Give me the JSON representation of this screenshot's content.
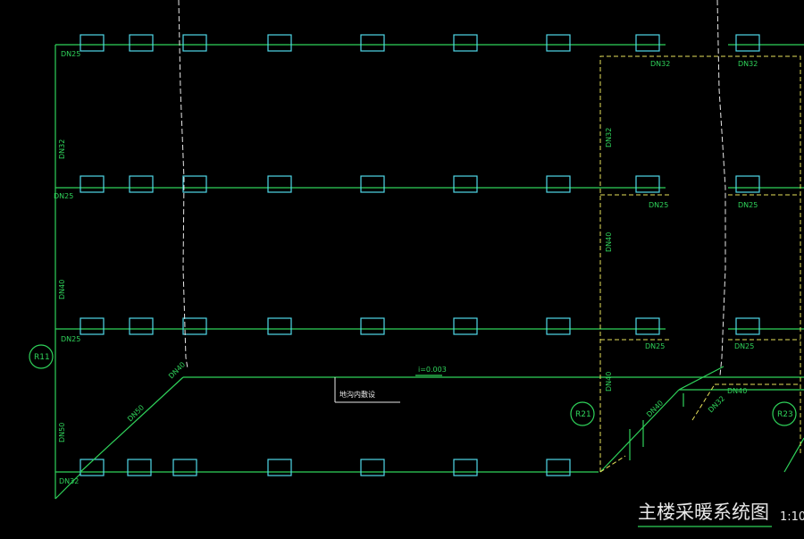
{
  "drawing": {
    "title": "主楼采暖系统图",
    "scale": "1:10",
    "note": "地沟内敷设"
  },
  "risers": [
    "R11",
    "R21",
    "R23"
  ],
  "pipe_labels": {
    "row1_left": "DN25",
    "row1_right": "DN32",
    "row1_far": "DN32",
    "row2_left": "DN25",
    "row2_right": "DN25",
    "row2_far": "DN25",
    "row3_left": "DN25",
    "row3_right": "DN25",
    "row3_far": "DN25",
    "row4_left": "DN32",
    "riser_seg1": "DN32",
    "riser_seg2": "DN40",
    "riser_seg3": "DN50",
    "yellow_seg1": "DN32",
    "yellow_seg2": "DN40",
    "yellow_seg3": "DN40",
    "diag_left": "DN40",
    "diag_left2": "DN50",
    "diag_right": "DN40",
    "diag_right2": "DN32",
    "horiz_right": "DN40",
    "slope": "i=0.003"
  }
}
